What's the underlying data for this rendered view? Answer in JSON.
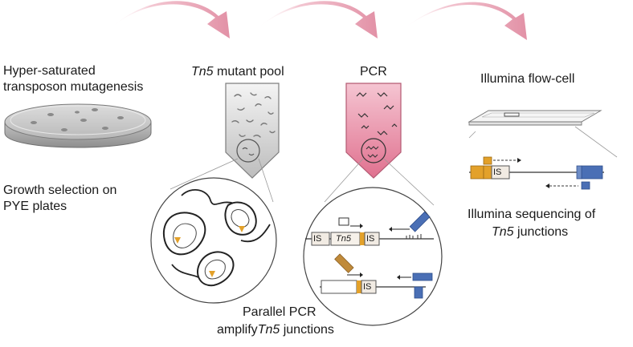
{
  "step1": {
    "title_line1": "Hyper-saturated",
    "title_line2": "transposon mutagenesis",
    "subtitle_line1": "Growth selection on",
    "subtitle_line2": "PYE plates"
  },
  "step2": {
    "title_italic": "Tn5",
    "title_rest": " mutant pool",
    "zoom_caption_line1": "Parallel PCR",
    "zoom_caption_line2_prefix": "amplify",
    "zoom_caption_line2_italic": "Tn5",
    "zoom_caption_line2_suffix": " junctions"
  },
  "step3": {
    "title": "PCR",
    "is_label": "IS",
    "tn5_label": "Tn5"
  },
  "step4": {
    "title": "Illumina flow-cell",
    "is_label": "IS",
    "caption_line1": "Illumina sequencing of",
    "caption_line2_italic": "Tn5",
    "caption_line2_rest": " junctions"
  },
  "colors": {
    "arrow_pink": "#e8a6b6",
    "tube_pink": "#e57b98",
    "tube_gray": "#c9c9c9",
    "insertion_orange": "#e3a12a",
    "primer_blue": "#4a6fb5",
    "primer_brown": "#c08a3a"
  }
}
